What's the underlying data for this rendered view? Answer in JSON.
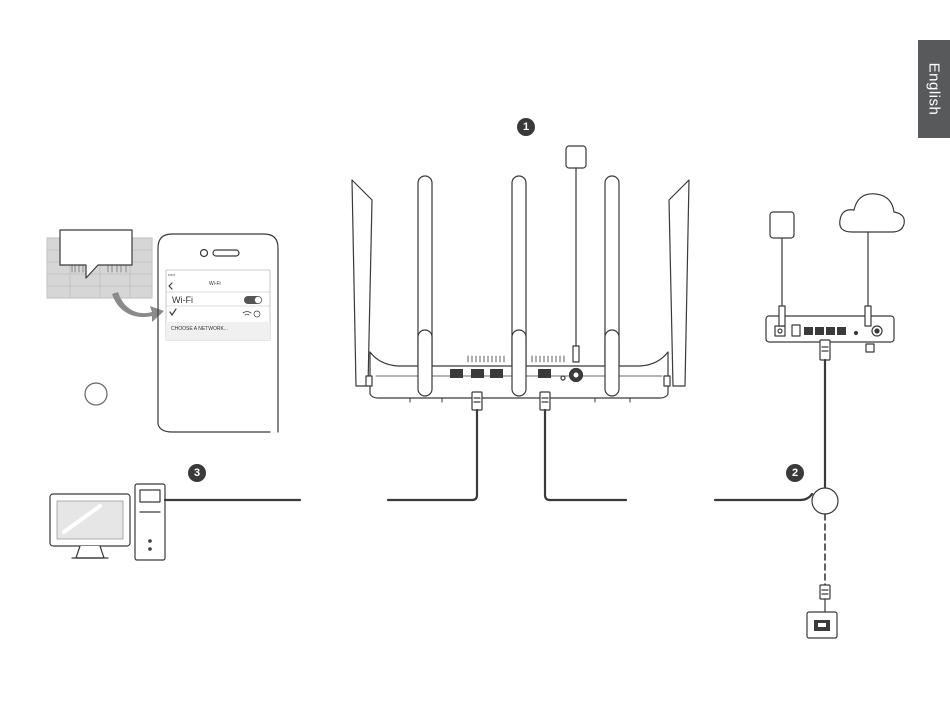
{
  "language_tab": {
    "label": "English"
  },
  "steps": [
    {
      "number": "1"
    },
    {
      "number": "2"
    },
    {
      "number": "3"
    }
  ],
  "phone_screen": {
    "status_time": "••••• ",
    "nav_title": "Wi-Fi",
    "wifi_label": "Wi-Fi",
    "section_header": "CHOOSE A NETWORK..."
  },
  "icons": [
    "power-adapter-icon",
    "cloud-icon",
    "computer-monitor-icon",
    "pc-tower-icon",
    "smartphone-icon",
    "router-icon",
    "modem-icon",
    "wall-jack-icon",
    "splitter-icon"
  ]
}
